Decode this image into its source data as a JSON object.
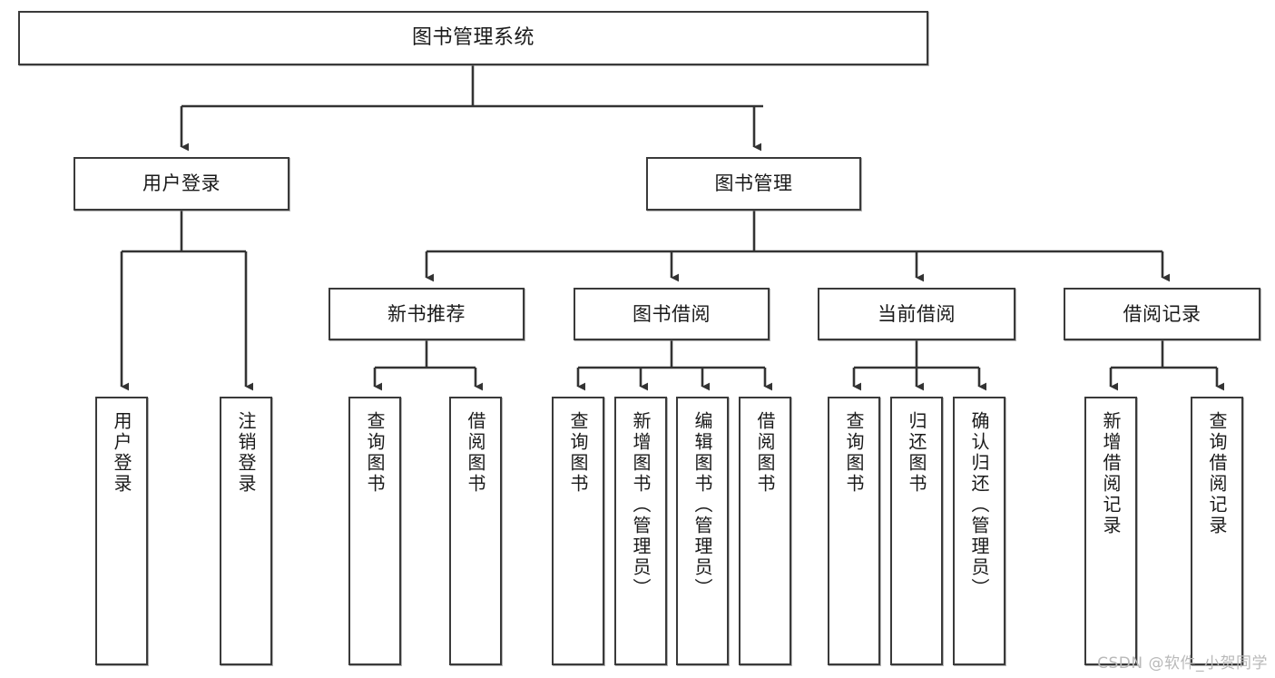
{
  "diagram": {
    "type": "tree-hierarchy",
    "title": "图书管理系统",
    "watermark": "CSDN @软件_小贺同学",
    "colors": {
      "box_border": "#3a3a3a",
      "box_fill": "#ffffff",
      "connector": "#333333",
      "text": "#1a1a1a",
      "watermark": "#b9b9b9",
      "background": "#ffffff"
    },
    "nodes": {
      "root": {
        "label": "图书管理系统"
      },
      "level2": [
        {
          "label": "用户登录"
        },
        {
          "label": "图书管理"
        }
      ],
      "level3": [
        {
          "label": "新书推荐"
        },
        {
          "label": "图书借阅"
        },
        {
          "label": "当前借阅"
        },
        {
          "label": "借阅记录"
        }
      ],
      "leaves": {
        "user_login": [
          {
            "label": "用户登录"
          },
          {
            "label": "注销登录"
          }
        ],
        "new_book_recommend": [
          {
            "label": "查询图书"
          },
          {
            "label": "借阅图书"
          }
        ],
        "book_borrow": [
          {
            "label": "查询图书"
          },
          {
            "label": "新增图书（管理员）"
          },
          {
            "label": "编辑图书（管理员）"
          },
          {
            "label": "借阅图书"
          }
        ],
        "current_borrow": [
          {
            "label": "查询图书"
          },
          {
            "label": "归还图书"
          },
          {
            "label": "确认归还（管理员）"
          }
        ],
        "borrow_record": [
          {
            "label": "新增借阅记录"
          },
          {
            "label": "查询借阅记录"
          }
        ]
      }
    }
  }
}
